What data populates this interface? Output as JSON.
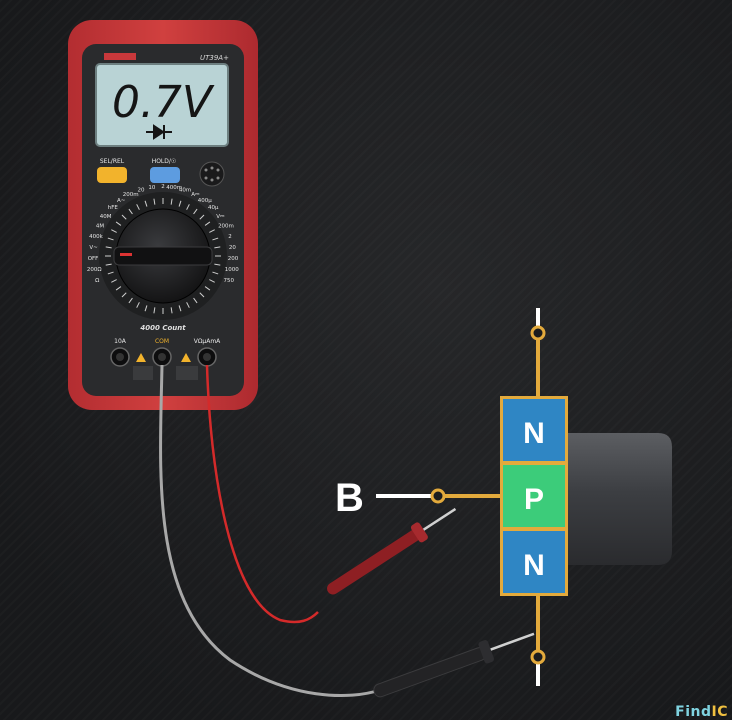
{
  "meter": {
    "model": "UT39A+",
    "display_value": "0.7V",
    "button_left": "SEL/REL",
    "button_right": "HOLD/☉",
    "count": "4000 Count",
    "terminals": [
      "10A",
      "COM",
      "VΩμAmA"
    ],
    "dial_labels": [
      "Ω",
      "200Ω",
      "OFF",
      "V~",
      "400k",
      "4M",
      "40M",
      "hFE",
      "A~",
      "200m",
      "20",
      "10",
      "2",
      "400m",
      "40m",
      "A⎓",
      "400μ",
      "40μ",
      "V⎓",
      "200m",
      "2",
      "20",
      "200",
      "1000",
      "750"
    ]
  },
  "transistor": {
    "layers": [
      "N",
      "P",
      "N"
    ],
    "base_label": "B"
  },
  "watermark": {
    "part1": "Find",
    "part2": "IC"
  },
  "colors": {
    "meter_body": "#c8383b",
    "lcd": "#b9d3d5",
    "n_layer": "#2f86c4",
    "p_layer": "#3ccc7a",
    "frame": "#e3aa3c",
    "red_lead": "#d42a2a",
    "black_lead": "#9a9a9a"
  }
}
